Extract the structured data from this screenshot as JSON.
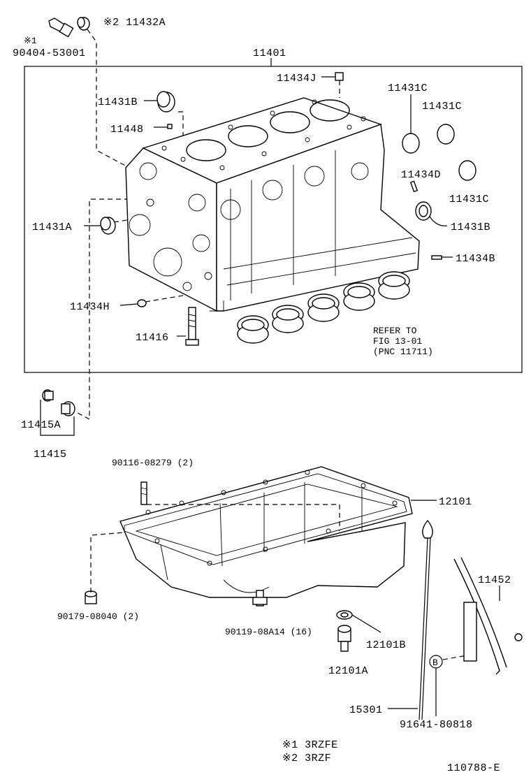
{
  "labels": {
    "p90404": "90404-53001",
    "mark1_small": "※1",
    "p11432A": "※2 11432A",
    "p11401": "11401",
    "p11434J": "11434J",
    "p11431B_top": "11431B",
    "p11448": "11448",
    "p11431C_a": "11431C",
    "p11431C_b": "11431C",
    "p11431C_c": "11431C",
    "p11434D": "11434D",
    "p11431B_right": "11431B",
    "p11431A": "11431A",
    "p11434B": "11434B",
    "p11434H": "11434H",
    "p11416": "11416",
    "refer1": "REFER TO",
    "refer2": "FIG 13-01",
    "refer3": "(PNC 11711)",
    "p11415A": "11415A",
    "p11415": "11415",
    "p90116": "90116-08279 (2)",
    "p12101": "12101",
    "p90179": "90179-08040 (2)",
    "p90119": "90119-08A14 (16)",
    "p12101B": "12101B",
    "p12101A": "12101A",
    "p11452": "11452",
    "circleB": "B",
    "p15301": "15301",
    "p91641": "91641-80818",
    "note1": "※1 3RZFE",
    "note2": "※2 3RZF",
    "figcode": "110788-E"
  }
}
